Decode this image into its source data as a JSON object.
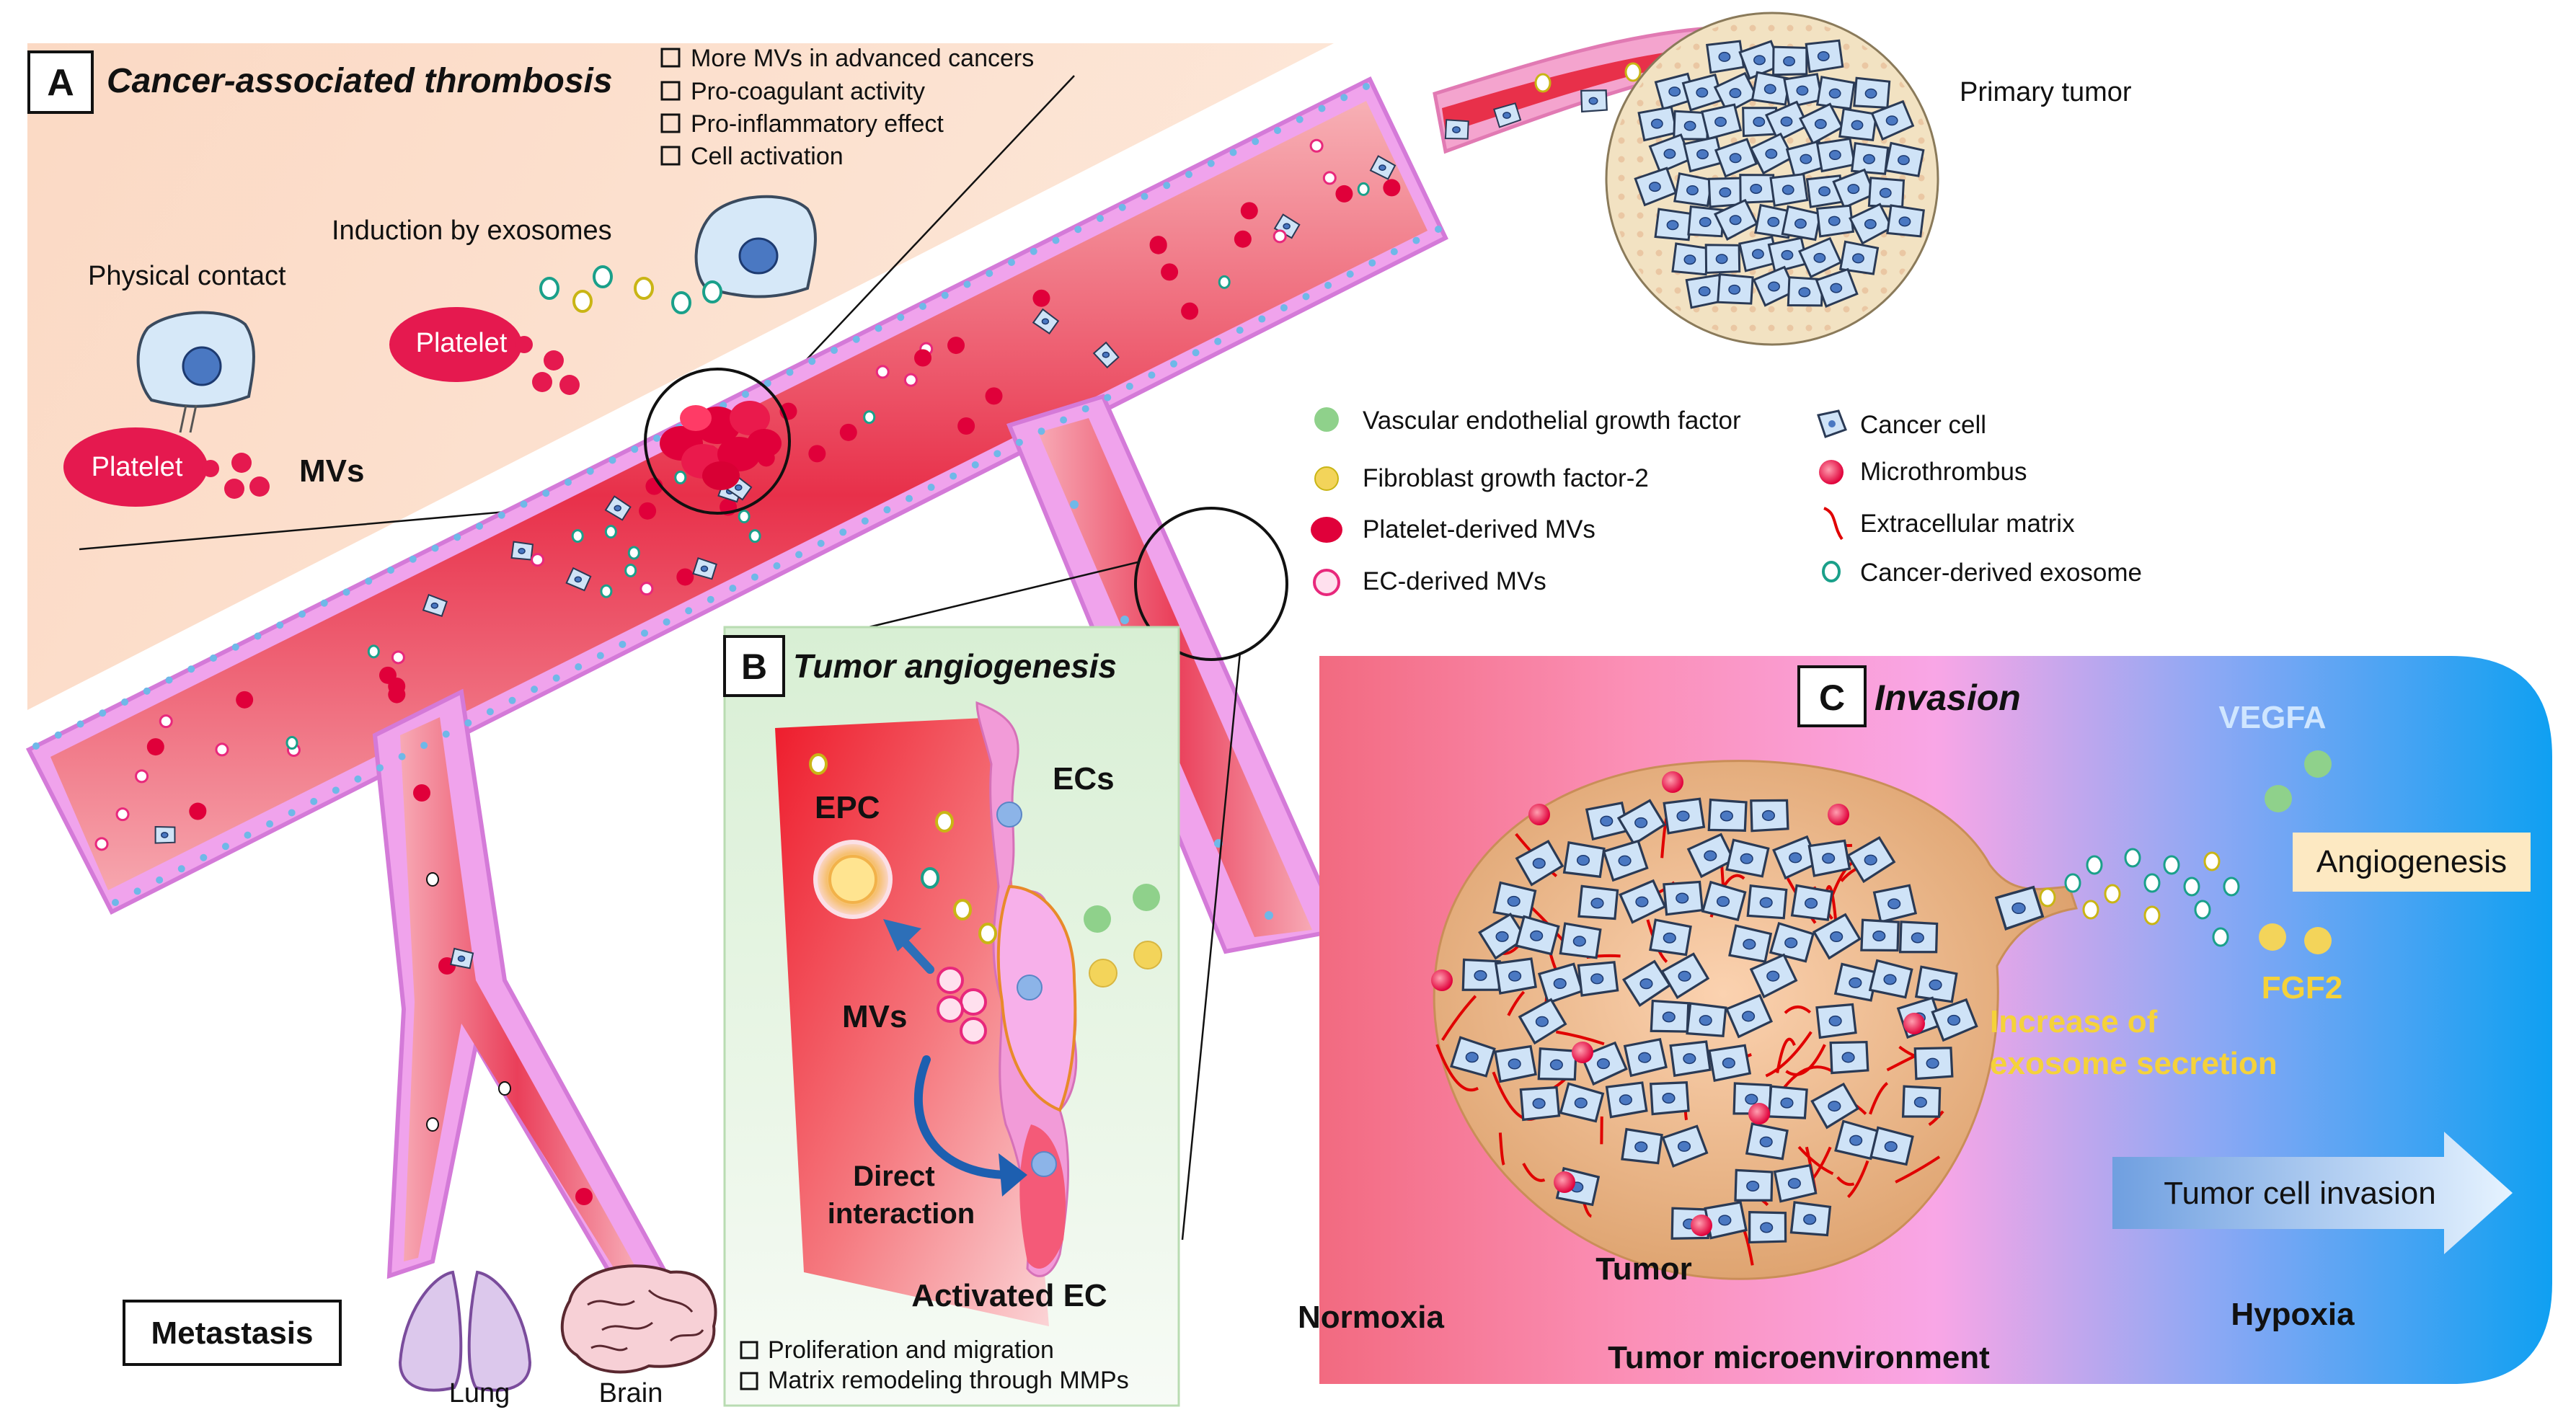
{
  "panel_a": {
    "letter": "A",
    "title": "Cancer-associated thrombosis",
    "bullets": [
      "More MVs in advanced cancers",
      "Pro-coagulant activity",
      "Pro-inflammatory effect",
      "Cell activation"
    ],
    "induction_label": "Induction by exosomes",
    "contact_label": "Physical contact",
    "platelet_label": "Platelet",
    "mvs_label": "MVs"
  },
  "primary_tumor_label": "Primary tumor",
  "legend": {
    "items": [
      {
        "label": "Vascular endothelial growth factor",
        "color": "#8fd18b"
      },
      {
        "label": "Fibroblast growth factor-2",
        "color": "#f3d45a"
      },
      {
        "label": "Platelet-derived MVs",
        "color": "#e0003a"
      },
      {
        "label": "EC-derived MVs",
        "color": "#ff9ec8"
      },
      {
        "label": "Cancer cell",
        "color": "#cfe3f7"
      },
      {
        "label": "Microthrombus",
        "color": "#e8003c"
      },
      {
        "label": "Extracellular matrix",
        "color": "#e00000"
      },
      {
        "label": "Cancer-derived exosome",
        "color": "#ffffff"
      }
    ]
  },
  "panel_b": {
    "letter": "B",
    "title": "Tumor angiogenesis",
    "epc_label": "EPC",
    "ecs_label": "ECs",
    "mvs_label": "MVs",
    "direct_label_1": "Direct",
    "direct_label_2": "interaction",
    "activated_label": "Activated EC",
    "bullets": [
      "Proliferation and migration",
      "Matrix remodeling through MMPs"
    ]
  },
  "panel_c": {
    "letter": "C",
    "title": "Invasion",
    "vegfa_label": "VEGFA",
    "angiogenesis_label": "Angiogenesis",
    "fgf2_label": "FGF2",
    "increase_label_1": "Increase of",
    "increase_label_2": "exosome secretion",
    "invasion_label": "Tumor cell invasion",
    "tumor_label": "Tumor",
    "normoxia_label": "Normoxia",
    "microenv_label": "Tumor microenvironment",
    "hypoxia_label": "Hypoxia"
  },
  "metastasis": {
    "label": "Metastasis",
    "lung_label": "Lung",
    "brain_label": "Brain"
  },
  "colors": {
    "vessel": "#f26a7a",
    "vessel_wall": "#f0a3ec",
    "platelet": "#e5194f",
    "hypoxia": "#1aa4f0",
    "normoxia": "#f0647a"
  }
}
